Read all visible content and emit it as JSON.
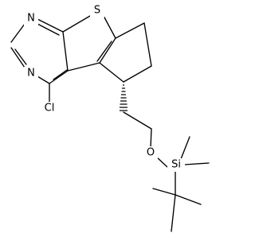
{
  "molecule": {
    "atoms": {
      "n1": "N",
      "n3": "N",
      "s": "S",
      "cl": "Cl",
      "o": "O",
      "si": "Si"
    },
    "colors": {
      "ink": "#000000",
      "background": "#ffffff"
    }
  }
}
